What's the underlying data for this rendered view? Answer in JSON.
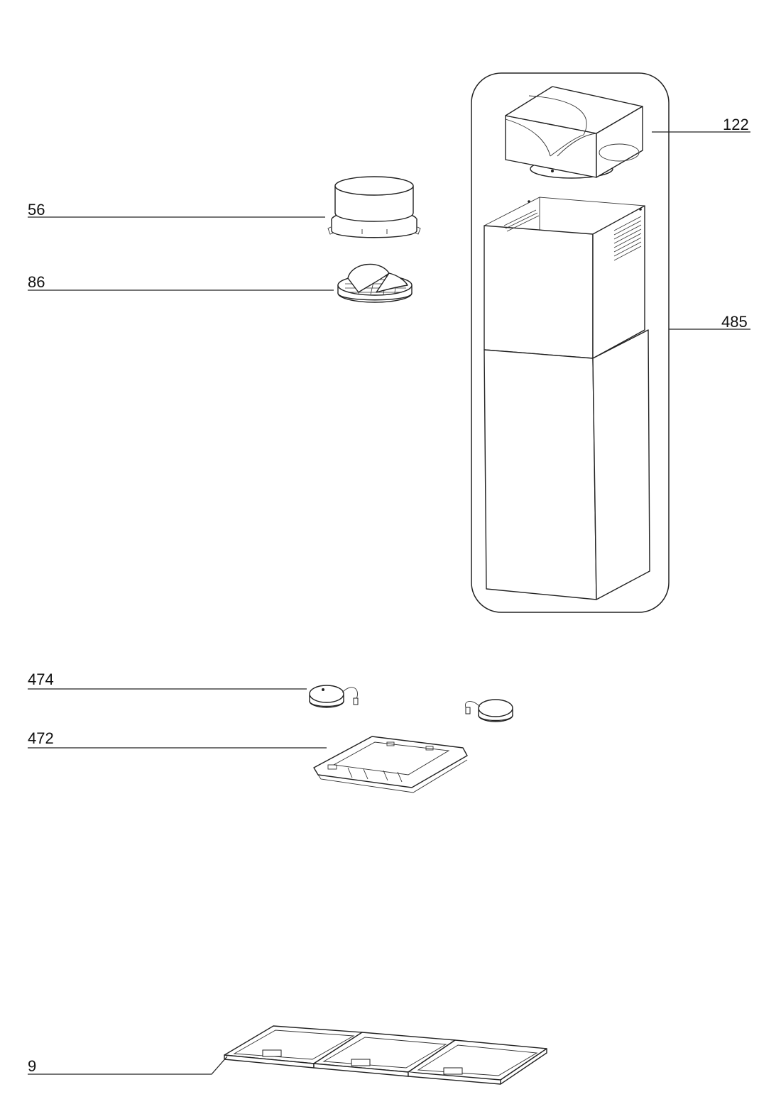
{
  "callouts": {
    "c122": "122",
    "c56": "56",
    "c86": "86",
    "c485": "485",
    "c474": "474",
    "c472": "472",
    "c9": "9"
  },
  "colors": {
    "line": "#222222",
    "background": "#ffffff"
  }
}
